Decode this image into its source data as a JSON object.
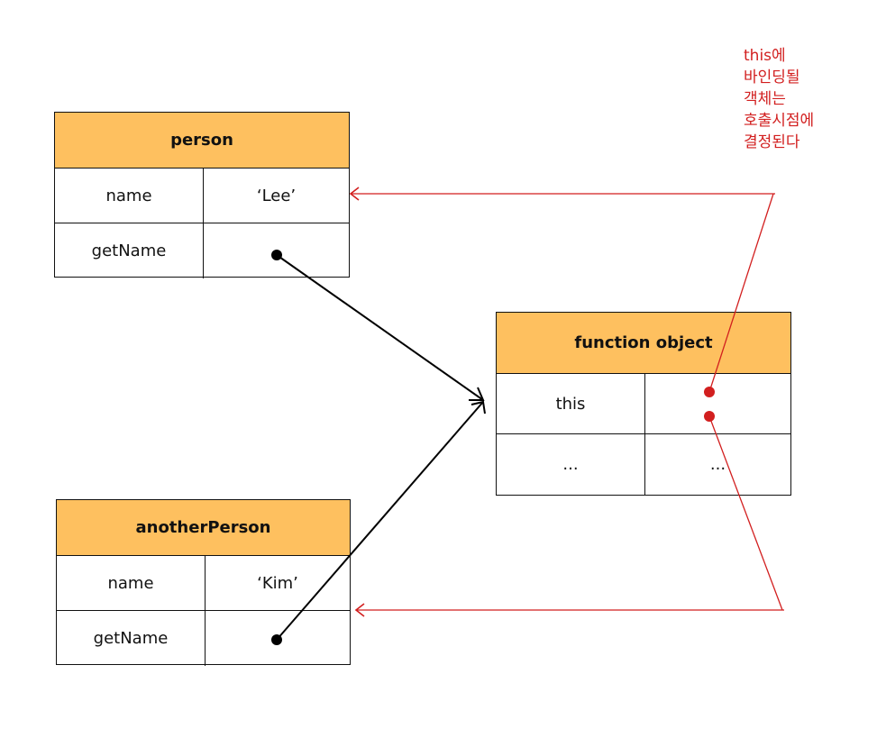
{
  "person": {
    "title": "person",
    "rows": [
      {
        "key": "name",
        "value": "‘Lee’"
      },
      {
        "key": "getName",
        "value": ""
      }
    ]
  },
  "another_person": {
    "title": "anotherPerson",
    "rows": [
      {
        "key": "name",
        "value": "‘Kim’"
      },
      {
        "key": "getName",
        "value": ""
      }
    ]
  },
  "function_object": {
    "title": "function object",
    "rows": [
      {
        "key": "this",
        "value": ""
      },
      {
        "key": "...",
        "value": "..."
      }
    ]
  },
  "note": {
    "lines": [
      "this에",
      "바인딩될",
      "객체는",
      "호출시점에",
      "결정된다"
    ]
  },
  "colors": {
    "header_fill": "#fec05f",
    "reference_arrow": "#000000",
    "binding_arrow": "#d21f1f"
  }
}
